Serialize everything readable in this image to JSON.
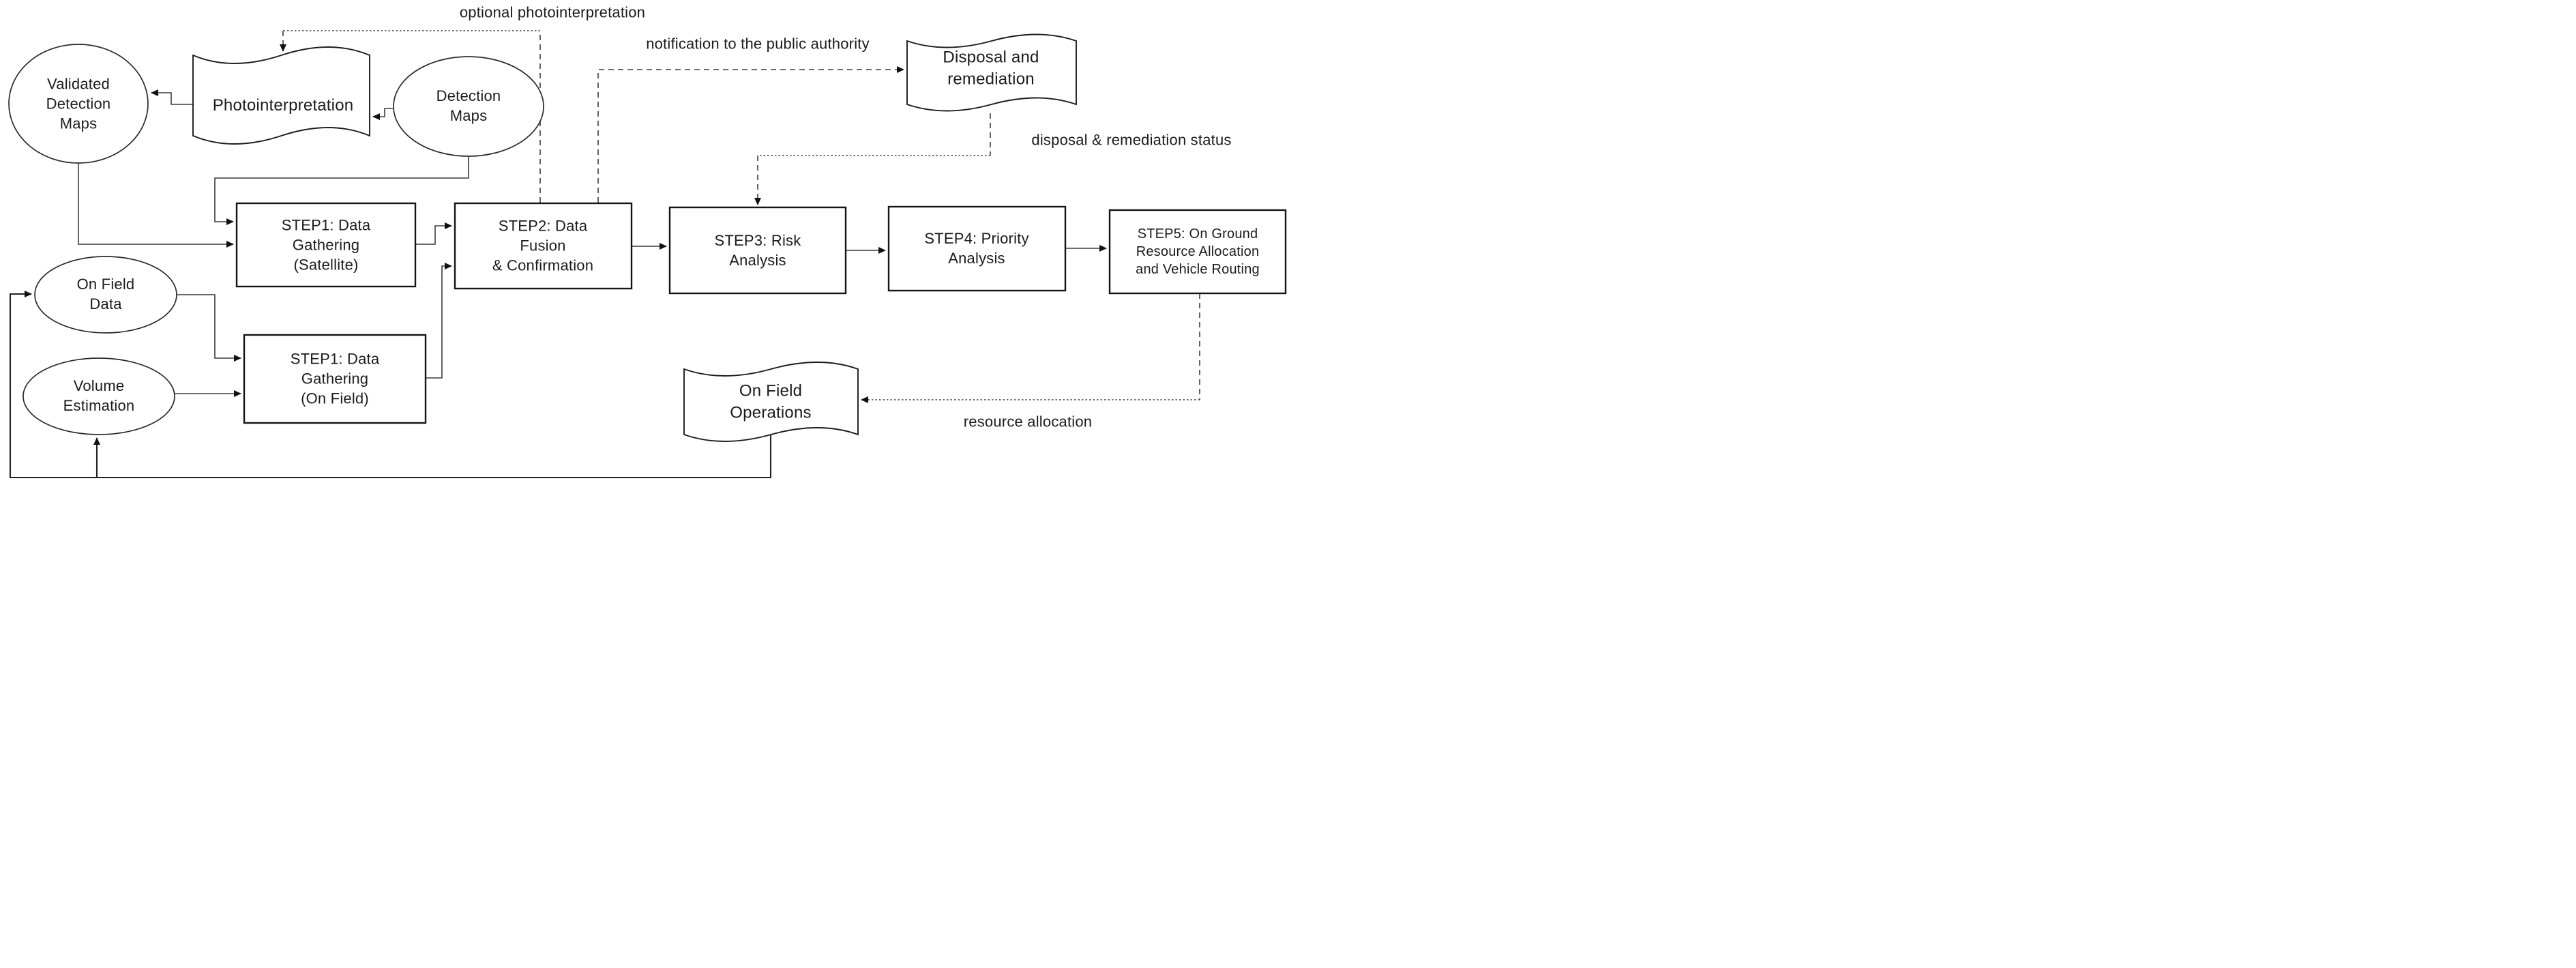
{
  "nodes": {
    "validated_detection_maps": {
      "label": "Validated\nDetection\nMaps",
      "shape": "ellipse"
    },
    "photointerpretation": {
      "label": "Photointerpretation",
      "shape": "document"
    },
    "detection_maps": {
      "label": "Detection\nMaps",
      "shape": "ellipse"
    },
    "step1_satellite": {
      "label": "STEP1: Data\nGathering\n(Satellite)",
      "shape": "process"
    },
    "step2": {
      "label": "STEP2: Data\nFusion\n& Confirmation",
      "shape": "process"
    },
    "step3": {
      "label": "STEP3: Risk\nAnalysis",
      "shape": "process"
    },
    "step4": {
      "label": "STEP4: Priority\nAnalysis",
      "shape": "process"
    },
    "step5": {
      "label": "STEP5: On Ground\nResource Allocation\nand Vehicle Routing",
      "shape": "process"
    },
    "on_field_data": {
      "label": "On Field\nData",
      "shape": "ellipse"
    },
    "volume_estimation": {
      "label": "Volume\nEstimation",
      "shape": "ellipse"
    },
    "step1_on_field": {
      "label": "STEP1: Data\nGathering\n(On Field)",
      "shape": "process"
    },
    "disposal_remediation": {
      "label": "Disposal and\nremediation",
      "shape": "document"
    },
    "on_field_operations": {
      "label": "On Field\nOperations",
      "shape": "document"
    }
  },
  "edge_labels": {
    "optional_photointerpretation": "optional photointerpretation",
    "notification_public_authority": "notification to the public authority",
    "disposal_remediation_status": "disposal & remediation status",
    "resource_allocation": "resource allocation"
  },
  "colors": {
    "background": "#ffffff",
    "shape_stroke": "#1c1c1c",
    "connector": "#3c3c3c",
    "text": "#1b1b1b"
  }
}
